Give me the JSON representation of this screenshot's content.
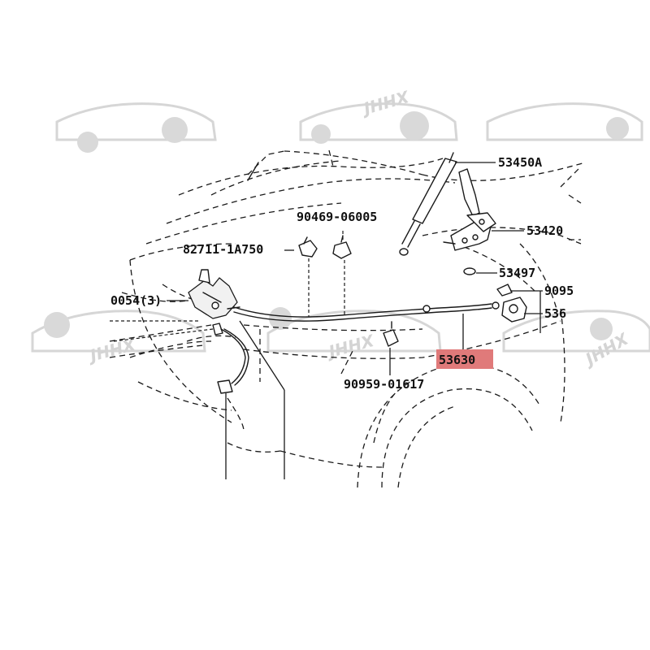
{
  "watermark": {
    "text": "JHHX"
  },
  "highlight_color": "#e07a7a",
  "callouts": {
    "c53450A": "53450A",
    "c53420": "53420",
    "c53497": "53497",
    "c9095": "9095",
    "c536": "536",
    "c53630": "53630",
    "c90469": "90469-06005",
    "c82711": "82711-1A750",
    "c0054": "0054(3)",
    "c90959": "90959-01617"
  }
}
